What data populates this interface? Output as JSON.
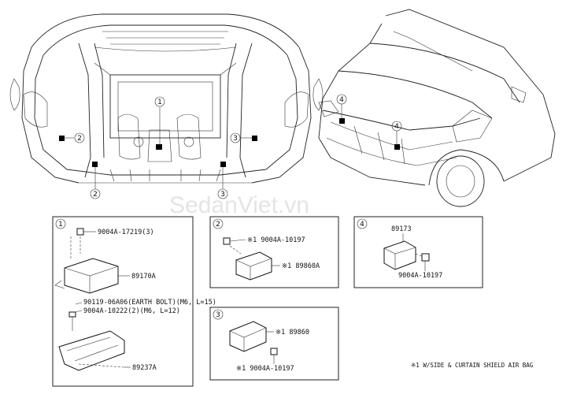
{
  "watermark": "SedanViet.vn",
  "overview": {
    "interior_callouts": [
      "1",
      "2",
      "2",
      "3",
      "3"
    ],
    "front_callouts": [
      "4",
      "4"
    ]
  },
  "detail_1": {
    "index": "1",
    "parts": {
      "bolt_top": "9004A-17219(3)",
      "module": "89170A",
      "earth_bolt": "90119-06A06(EARTH BOLT)(M6, L=15)",
      "bolt_m6": "9004A-10222(2)(M6, L=12)",
      "bracket": "89237A"
    }
  },
  "detail_2": {
    "index": "2",
    "parts": {
      "bolt": "※1 9004A-10197",
      "sensor": "※1 89860A"
    }
  },
  "detail_3": {
    "index": "3",
    "parts": {
      "sensor": "※1 89860",
      "bolt": "※1 9004A-10197"
    }
  },
  "detail_4": {
    "index": "4",
    "parts": {
      "sensor": "89173",
      "bolt": "9004A-10197"
    }
  },
  "footnote": "※1 W/SIDE & CURTAIN SHIELD AIR BAG"
}
